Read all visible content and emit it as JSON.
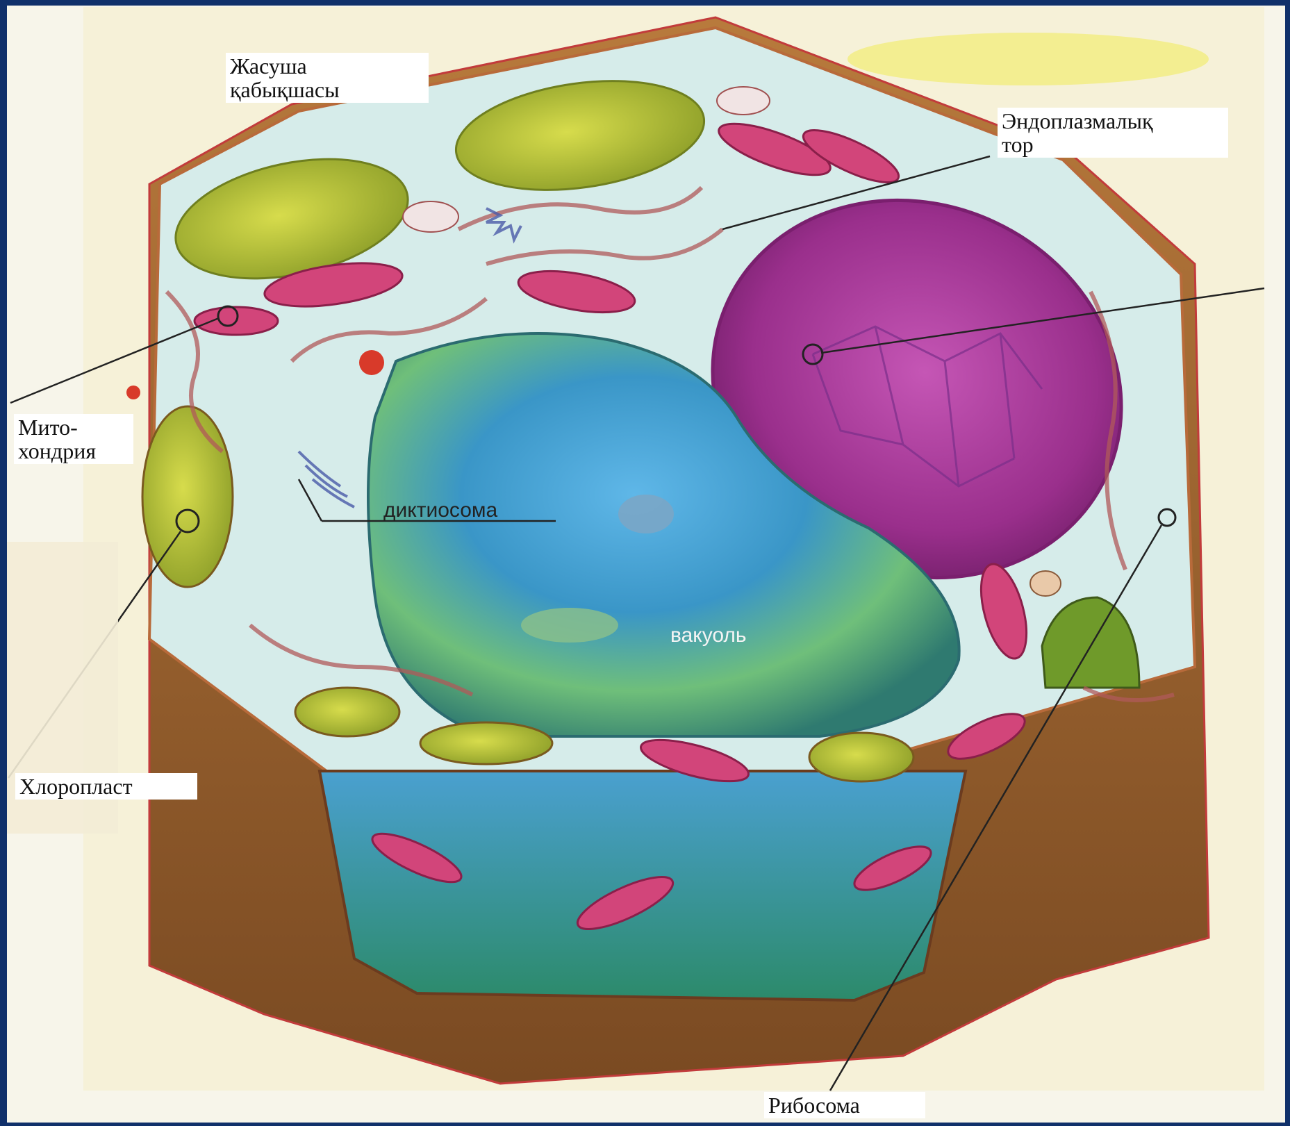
{
  "labels": {
    "cell_wall": "Жасуша\nқабықшасы",
    "endoplasmic_reticulum": "Эндоплазмалық\nтор",
    "mitochondria": "Мито-\nхондрия",
    "dictyosome": "диктиосома",
    "vacuole": "вакуоль",
    "chloroplast": "Хлоропласт",
    "ribosome": "Рибосома"
  },
  "colors": {
    "background": "#10306a",
    "vacuole": "#3aa6c9",
    "nucleus": "#b03c9a",
    "chloroplast": "#b7c43a",
    "mitochondria": "#d2457a",
    "wall": "#9a5a2a"
  }
}
